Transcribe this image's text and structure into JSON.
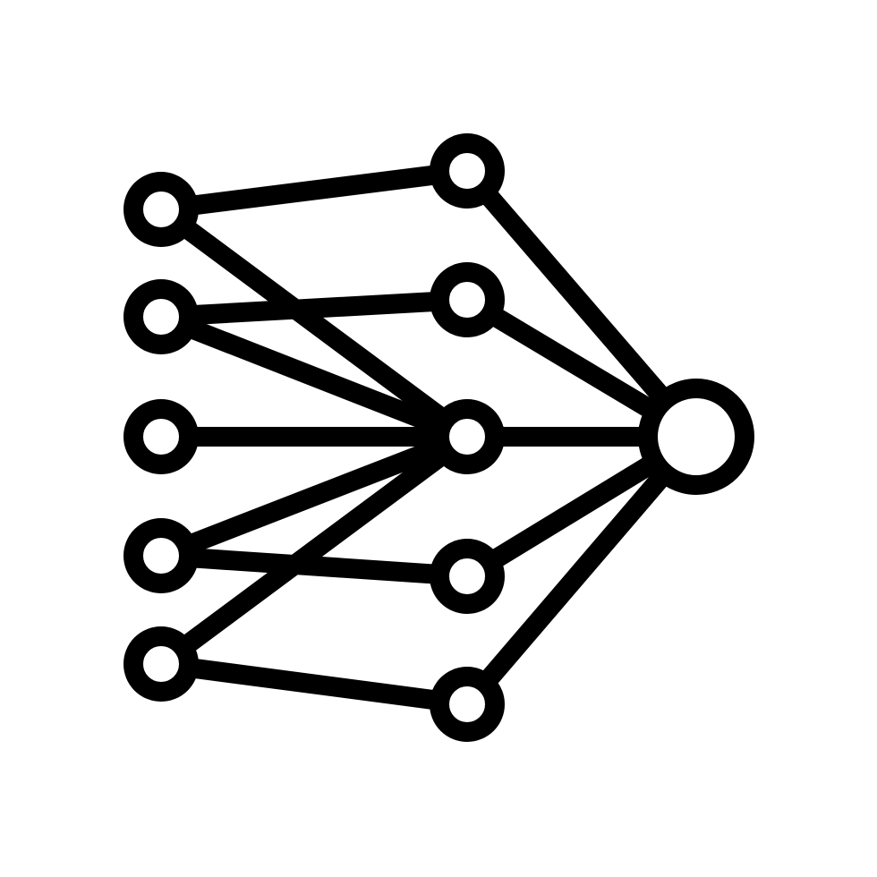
{
  "icon": {
    "name": "neural-network-icon",
    "stroke_color": "#000000",
    "fill_color": "#ffffff",
    "background_color": "#ffffff"
  },
  "layers": {
    "input": [
      "in-1",
      "in-2",
      "in-3",
      "in-4",
      "in-5"
    ],
    "hidden": [
      "h-1",
      "h-2",
      "h-3",
      "h-4",
      "h-5"
    ],
    "output": [
      "out-1"
    ]
  },
  "connections": [
    [
      "in-1",
      "h-1"
    ],
    [
      "in-1",
      "h-3"
    ],
    [
      "in-2",
      "h-2"
    ],
    [
      "in-2",
      "h-3"
    ],
    [
      "in-3",
      "h-3"
    ],
    [
      "in-4",
      "h-3"
    ],
    [
      "in-4",
      "h-4"
    ],
    [
      "in-5",
      "h-3"
    ],
    [
      "in-5",
      "h-5"
    ],
    [
      "h-1",
      "out-1"
    ],
    [
      "h-2",
      "out-1"
    ],
    [
      "h-3",
      "out-1"
    ],
    [
      "h-4",
      "out-1"
    ],
    [
      "h-5",
      "out-1"
    ]
  ]
}
